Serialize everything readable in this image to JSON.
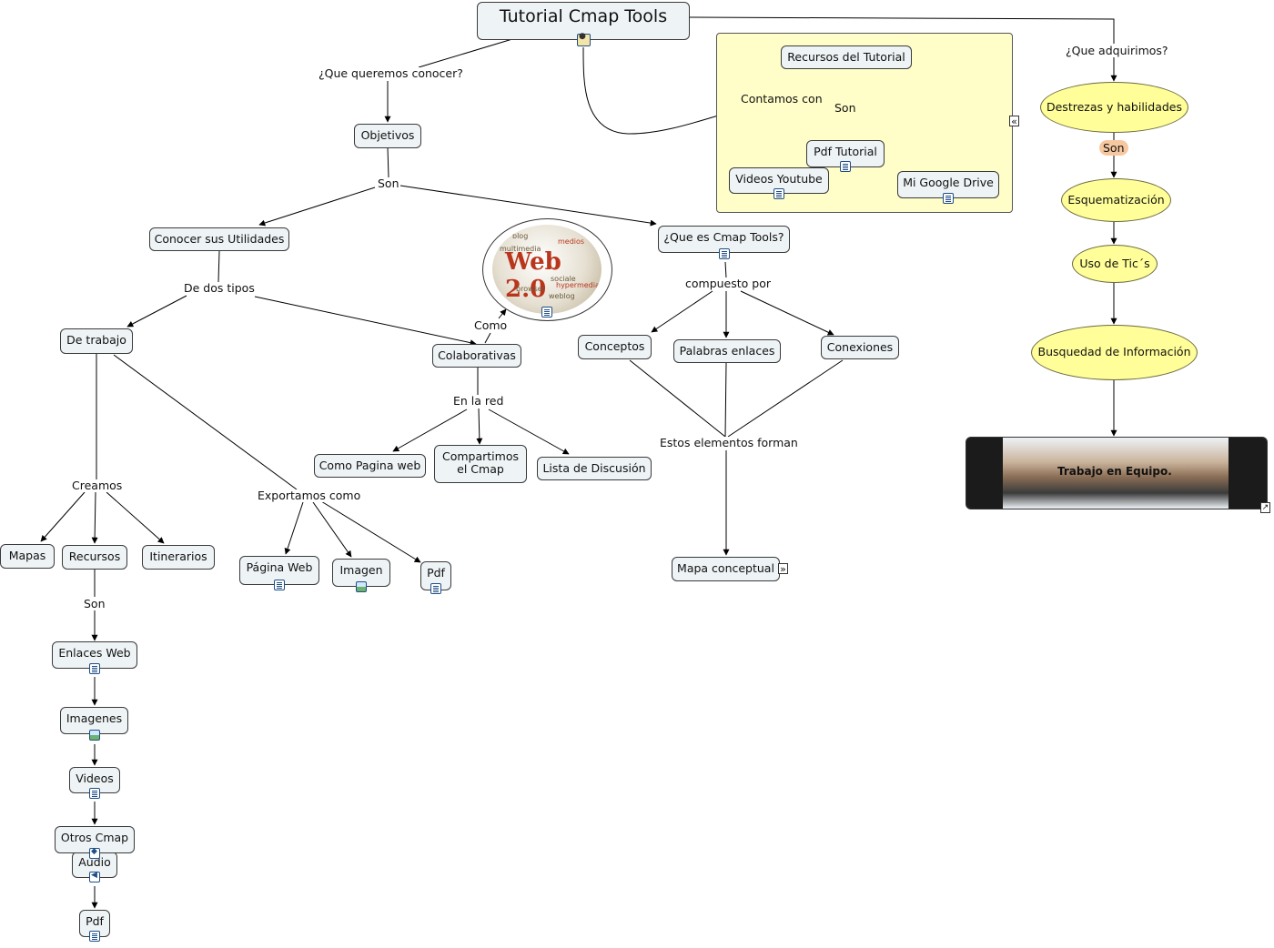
{
  "title": "Tutorial Cmap Tools",
  "nodes": {
    "objetivos": "Objetivos",
    "conocer": "Conocer sus Utilidades",
    "que_es": "¿Que es Cmap Tools?",
    "de_trabajo": "De trabajo",
    "colaborativas": "Colaborativas",
    "como_pagina_web": "Como Pagina web",
    "compartimos_l1": "Compartimos",
    "compartimos_l2": "el Cmap",
    "lista_discusion": "Lista de Discusión",
    "conceptos": "Conceptos",
    "palabras_enlaces": "Palabras enlaces",
    "conexiones": "Conexiones",
    "mapa_conceptual": "Mapa conceptual",
    "mapas": "Mapas",
    "recursos": "Recursos",
    "itinerarios": "Itinerarios",
    "pagina_web": "Página Web",
    "imagen": "Imagen",
    "pdf_export": "Pdf",
    "enlaces_web": "Enlaces Web",
    "imagenes": "Imagenes",
    "videos": "Videos",
    "otros_cmap": "Otros Cmap",
    "audio": "Audio",
    "pdf_bottom": "Pdf",
    "recursos_tutorial": "Recursos del Tutorial",
    "pdf_tutorial": "Pdf Tutorial",
    "videos_youtube": "Videos Youtube",
    "mi_google_drive": "Mi Google Drive",
    "destrezas": "Destrezas y habilidades",
    "esquematizacion": "Esquematización",
    "uso_tics": "Uso de Tic´s",
    "busqueda": "Busquedad de Información",
    "trabajo_equipo": "Trabajo en Equipo."
  },
  "links": {
    "que_queremos": "¿Que queremos conocer?",
    "son_objetivos": "Son",
    "de_dos_tipos": "De dos tipos",
    "como": "Como",
    "en_la_red": "En la red",
    "compuesto_por": "compuesto por",
    "estos_elementos": "Estos elementos forman",
    "creamos": "Creamos",
    "exportamos": "Exportamos como",
    "son_recursos": "Son",
    "contamos_con": "Contamos con",
    "son_panel": "Son",
    "que_adquirimos": "¿Que adquirimos?",
    "son_destrezas": "Son"
  },
  "web20": {
    "main": "Web 2.0",
    "words": [
      "blog",
      "multimedia",
      "medios",
      "hypermedia",
      "weblog",
      "browser",
      "sociale"
    ]
  },
  "colors": {
    "concept_fill": "#eef3f5",
    "ellipse_fill": "#fffe98",
    "panel_fill": "#fffec8",
    "pill_fill": "#f7c8a0",
    "icon_blue": "#1f4f86"
  }
}
